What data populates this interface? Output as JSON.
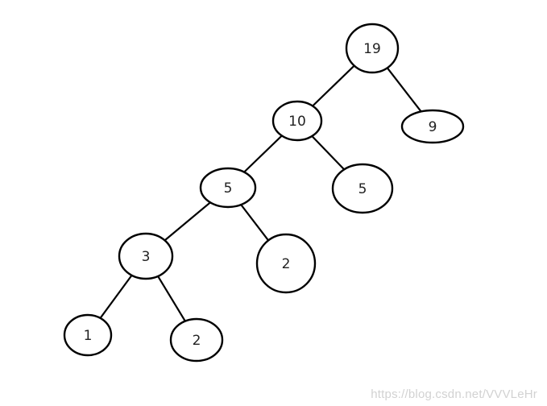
{
  "tree": {
    "nodes": [
      {
        "id": "n19",
        "label": "19"
      },
      {
        "id": "n10",
        "label": "10"
      },
      {
        "id": "n9",
        "label": "9"
      },
      {
        "id": "n5a",
        "label": "5"
      },
      {
        "id": "n5b",
        "label": "5"
      },
      {
        "id": "n3",
        "label": "3"
      },
      {
        "id": "n2a",
        "label": "2"
      },
      {
        "id": "n1",
        "label": "1"
      },
      {
        "id": "n2b",
        "label": "2"
      }
    ],
    "edges": [
      [
        "n19",
        "n10"
      ],
      [
        "n19",
        "n9"
      ],
      [
        "n10",
        "n5a"
      ],
      [
        "n10",
        "n5b"
      ],
      [
        "n5a",
        "n3"
      ],
      [
        "n5a",
        "n2a"
      ],
      [
        "n3",
        "n1"
      ],
      [
        "n3",
        "n2b"
      ]
    ]
  },
  "watermark": "https://blog.csdn.net/VVVLeHr"
}
